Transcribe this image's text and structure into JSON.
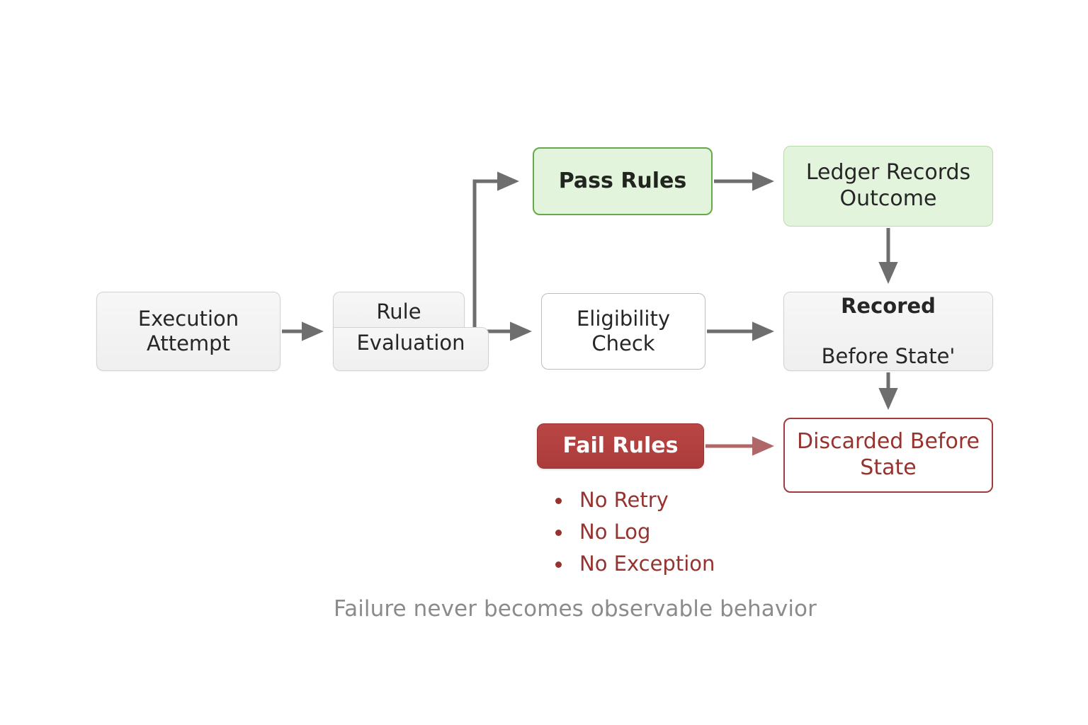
{
  "diagram": {
    "title_caption": "Failure never becomes observable behavior",
    "nodes": {
      "execution_attempt": {
        "label": "Execution\nAttempt"
      },
      "rule_evaluation": {
        "label_line1": "Rule",
        "label_line2": "Evaluation"
      },
      "eligibility_check": {
        "label": "Eligibility\nCheck"
      },
      "pass_rules": {
        "label": "Pass Rules"
      },
      "ledger_records_outcome": {
        "label": "Ledger Records\nOutcome"
      },
      "recorded_before_state": {
        "line1": "Recored",
        "line2": "Before State'"
      },
      "fail_rules": {
        "label": "Fail Rules"
      },
      "discarded_before_state": {
        "label": "Discarded Before\nState"
      }
    },
    "fail_bullets": [
      "No Retry",
      "No Log",
      "No Exception"
    ],
    "colors": {
      "green_fill": "#e3f4dc",
      "green_border_strong": "#68a84d",
      "green_border_soft": "#b8dcaa",
      "red_fill": "#b03f3e",
      "red_border": "#a23b3b",
      "red_text": "#96332f",
      "red_arrow": "#b06767",
      "grey_fill": "#f2f2f2",
      "grey_border": "#d2d2d2",
      "arrow_grey": "#6e6e6e",
      "caption_grey": "#8b8b8b"
    }
  }
}
